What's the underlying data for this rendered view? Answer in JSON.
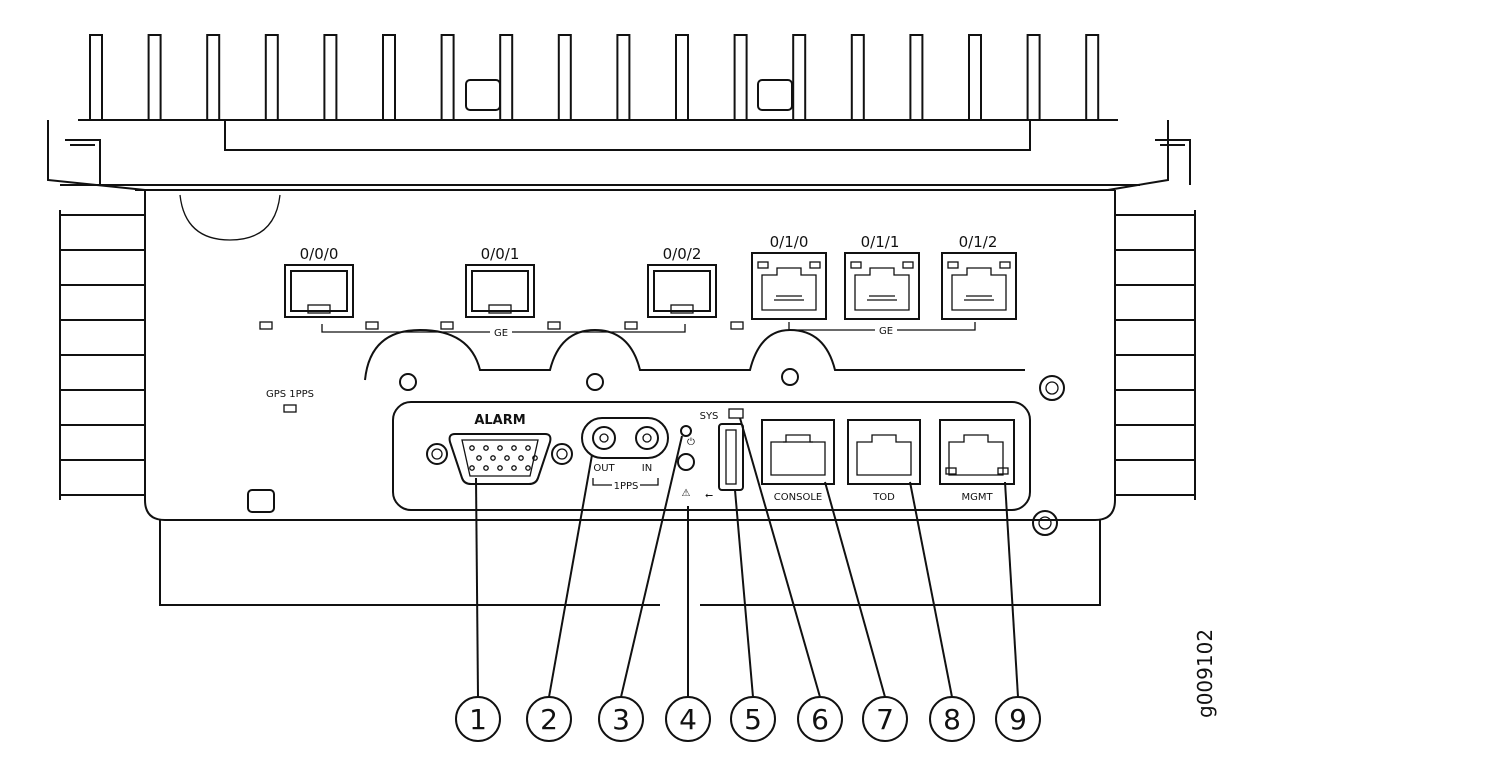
{
  "sfp_ports": [
    "0/0/0",
    "0/0/1",
    "0/0/2"
  ],
  "rj45_ports": [
    "0/1/0",
    "0/1/1",
    "0/1/2"
  ],
  "ge_label": "GE",
  "gps_label": "GPS 1PPS",
  "alarm_label": "ALARM",
  "pps": {
    "out": "OUT",
    "in": "IN",
    "group": "1PPS"
  },
  "sys_label": "SYS",
  "mgmt_ports": [
    "CONSOLE",
    "TOD",
    "MGMT"
  ],
  "callouts": [
    "1",
    "2",
    "3",
    "4",
    "5",
    "6",
    "7",
    "8",
    "9"
  ],
  "figure_id": "g009102",
  "icons": [
    "power-icon",
    "esd-warning-icon",
    "usb-icon"
  ]
}
